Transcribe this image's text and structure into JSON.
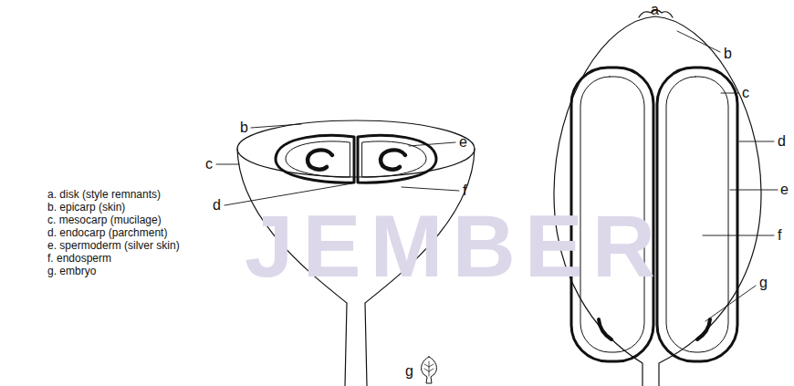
{
  "diagram": {
    "labels": [
      "a. disk (style remnants)",
      "b. epicarp (skin)",
      "c. mesocarp (mucilage)",
      "d. endocarp (parchment)",
      "e. spermoderm (silver skin)",
      "f. endosperm",
      "g. embryo",
      "b",
      "c",
      "d",
      "e",
      "f",
      "a",
      "b",
      "c",
      "d",
      "e",
      "f",
      "g",
      "g",
      "JEMBER"
    ]
  }
}
